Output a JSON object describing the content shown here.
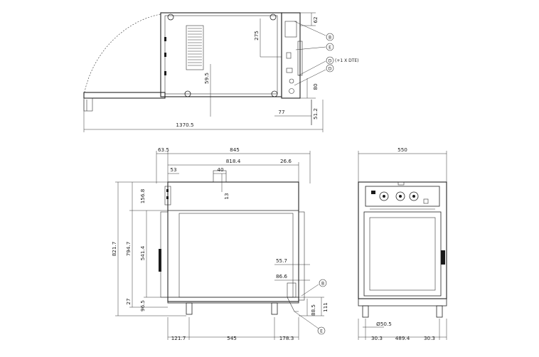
{
  "top_view": {
    "dims": {
      "total_depth": "1370.5",
      "right_offset": "77",
      "height_62": "62",
      "rear_275": "275",
      "side_59_5": "59.5",
      "height_80": "80",
      "height_51_2": "51.2"
    },
    "callouts": {
      "b": "B",
      "e": "E",
      "d1": "D",
      "d1_note": "(+1 X DTE)",
      "d2": "D"
    }
  },
  "side_view": {
    "dims": {
      "left_63_5": "63.5",
      "width_845": "845",
      "width_818_4": "818.4",
      "right_26_6": "26.6",
      "left_53": "53",
      "top_40": "40",
      "top_13": "13",
      "height_156_8": "156.8",
      "height_821_7": "821.7",
      "height_794_7": "794.7",
      "height_541_4": "541.4",
      "height_27": "27",
      "height_96_5": "96.5",
      "right_55_7": "55.7",
      "right_86_6": "86.6",
      "height_88_5": "88.5",
      "height_111": "111",
      "bottom_121_7": "121.7",
      "bottom_545": "545",
      "bottom_178_3": "178.3"
    },
    "callouts": {
      "b": "B",
      "e": "E"
    }
  },
  "front_view": {
    "dims": {
      "width_550": "550",
      "foot_dia": "Ø50.5",
      "left_30_3": "30.3",
      "mid_489_4": "489.4",
      "right_30_3": "30.3"
    }
  }
}
